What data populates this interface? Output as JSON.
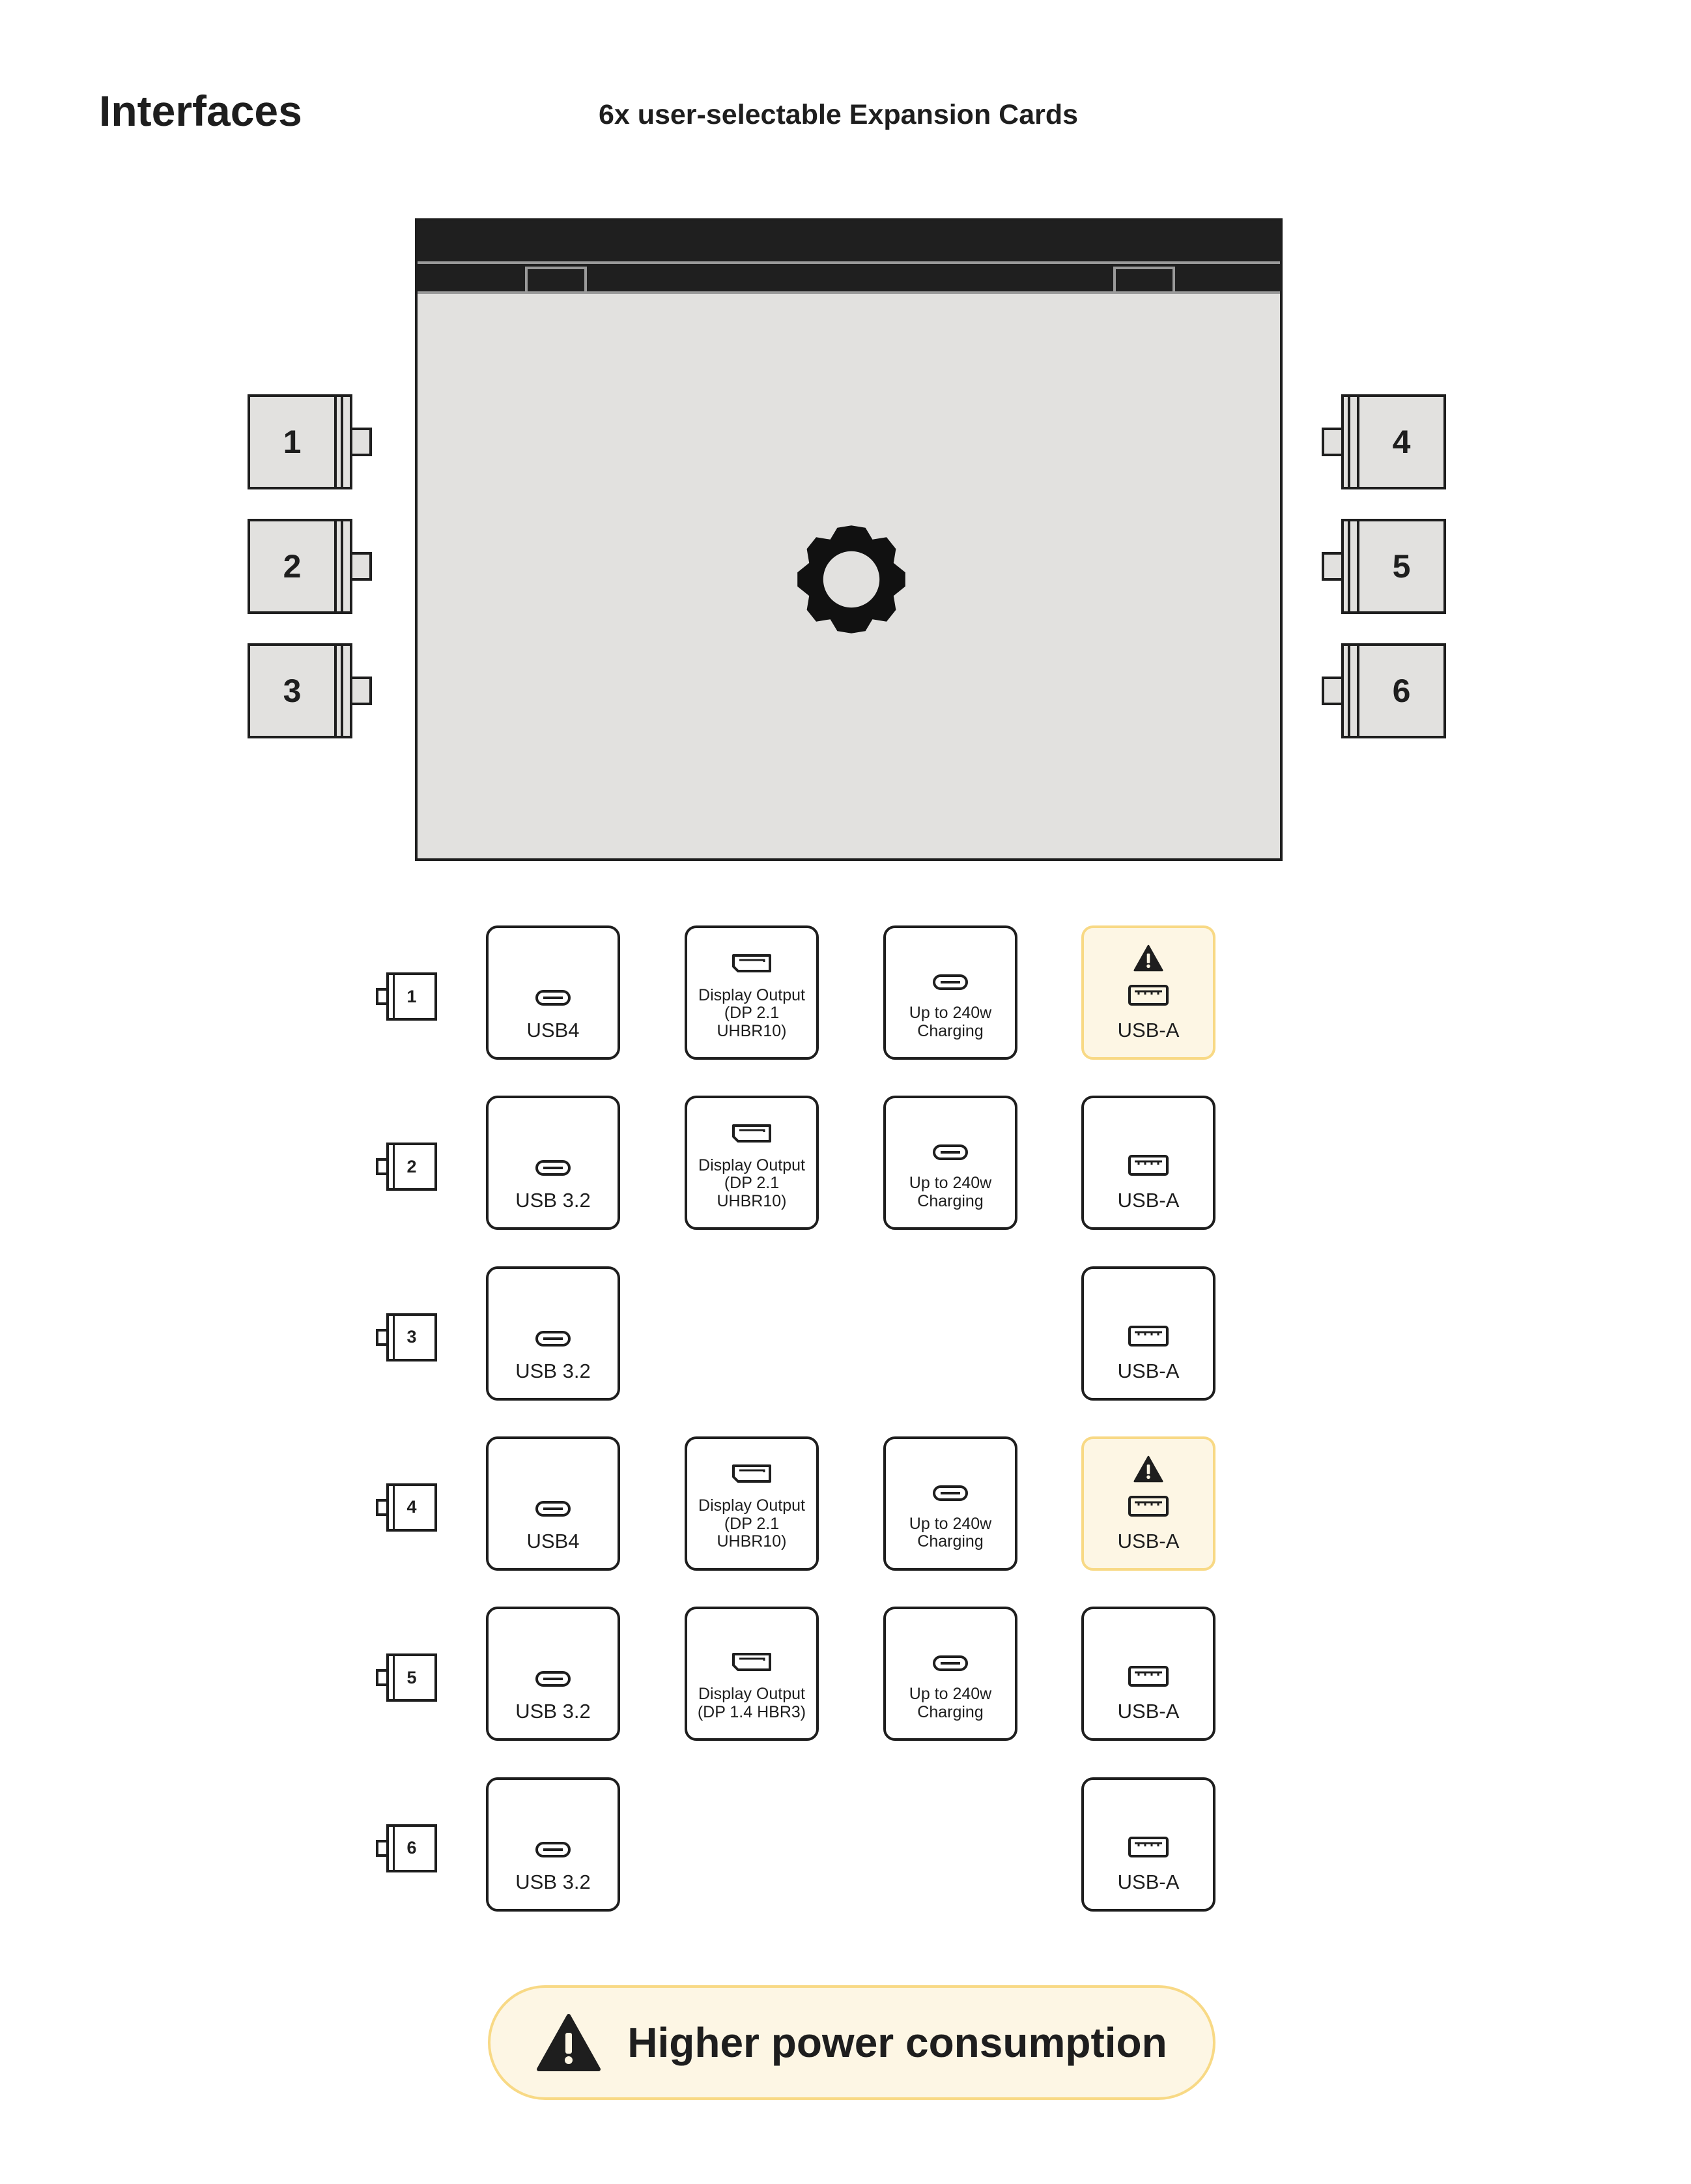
{
  "header": {
    "title": "Interfaces",
    "subtitle": "6x user-selectable Expansion Cards"
  },
  "bays": {
    "left": [
      "1",
      "2",
      "3"
    ],
    "right": [
      "4",
      "5",
      "6"
    ]
  },
  "grid": {
    "rows": [
      {
        "bay": "1",
        "cells": [
          {
            "icon": "usb-c-port-icon",
            "label": "USB4"
          },
          {
            "icon": "displayport-icon",
            "label": "Display Output\n(DP 2.1 UHBR10)"
          },
          {
            "icon": "usb-c-port-icon",
            "label": "Up to 240w\nCharging"
          },
          {
            "icon": "usb-a-port-icon",
            "label": "USB-A",
            "warning": true
          }
        ]
      },
      {
        "bay": "2",
        "cells": [
          {
            "icon": "usb-c-port-icon",
            "label": "USB 3.2"
          },
          {
            "icon": "displayport-icon",
            "label": "Display Output\n(DP 2.1 UHBR10)"
          },
          {
            "icon": "usb-c-port-icon",
            "label": "Up to 240w\nCharging"
          },
          {
            "icon": "usb-a-port-icon",
            "label": "USB-A"
          }
        ]
      },
      {
        "bay": "3",
        "cells": [
          {
            "icon": "usb-c-port-icon",
            "label": "USB 3.2"
          },
          null,
          null,
          {
            "icon": "usb-a-port-icon",
            "label": "USB-A"
          }
        ]
      },
      {
        "bay": "4",
        "cells": [
          {
            "icon": "usb-c-port-icon",
            "label": "USB4"
          },
          {
            "icon": "displayport-icon",
            "label": "Display Output\n(DP 2.1 UHBR10)"
          },
          {
            "icon": "usb-c-port-icon",
            "label": "Up to 240w\nCharging"
          },
          {
            "icon": "usb-a-port-icon",
            "label": "USB-A",
            "warning": true
          }
        ]
      },
      {
        "bay": "5",
        "cells": [
          {
            "icon": "usb-c-port-icon",
            "label": "USB 3.2"
          },
          {
            "icon": "displayport-icon",
            "label": "Display Output\n(DP 1.4 HBR3)"
          },
          {
            "icon": "usb-c-port-icon",
            "label": "Up to 240w\nCharging"
          },
          {
            "icon": "usb-a-port-icon",
            "label": "USB-A"
          }
        ]
      },
      {
        "bay": "6",
        "cells": [
          {
            "icon": "usb-c-port-icon",
            "label": "USB 3.2"
          },
          null,
          null,
          {
            "icon": "usb-a-port-icon",
            "label": "USB-A"
          }
        ]
      }
    ]
  },
  "legend": {
    "label": "Higher power consumption",
    "icon": "warning-icon"
  },
  "colors": {
    "ink": "#1e1e1e",
    "chassis": "#e2e1df",
    "warning_fill": "#fdf6e4",
    "warning_border": "#f8d985"
  }
}
